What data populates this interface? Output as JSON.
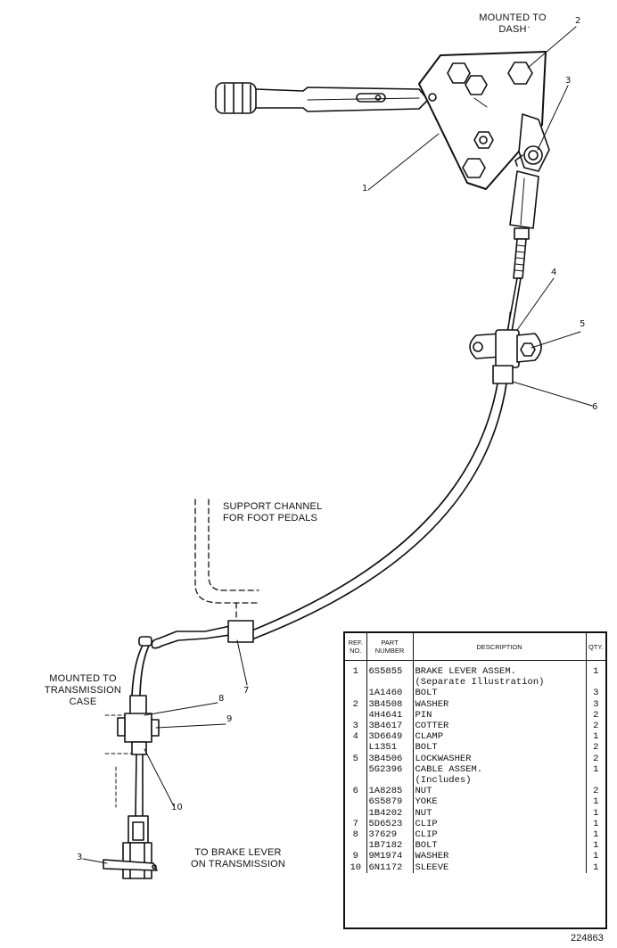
{
  "labels": {
    "mounted_dash": [
      "MOUNTED TO",
      "DASH"
    ],
    "support_channel": [
      "SUPPORT CHANNEL",
      "FOR FOOT PEDALS"
    ],
    "mounted_transmission": [
      "MOUNTED TO",
      "TRANSMISSION",
      "CASE"
    ],
    "to_brake_lever": [
      "TO BRAKE LEVER",
      "ON TRANSMISSION"
    ]
  },
  "callouts": [
    "1",
    "2",
    "3",
    "4",
    "5",
    "6",
    "7",
    "8",
    "9",
    "10",
    "3"
  ],
  "parts_table": {
    "headers": {
      "ref": "REF. NO.",
      "part": "PART NUMBER",
      "desc": "DESCRIPTION",
      "qty": "QTY."
    },
    "rows": [
      {
        "ref": "1",
        "part": "6S5855",
        "desc": "BRAKE LEVER ASSEM.",
        "qty": "1"
      },
      {
        "ref": "",
        "part": "",
        "desc": "(Separate Illustration)",
        "qty": ""
      },
      {
        "ref": "",
        "part": "1A1460",
        "desc": "BOLT",
        "qty": "3"
      },
      {
        "ref": "2",
        "part": "3B4508",
        "desc": "WASHER",
        "qty": "3"
      },
      {
        "ref": "",
        "part": "4H4641",
        "desc": "PIN",
        "qty": "2"
      },
      {
        "ref": "3",
        "part": "3B4617",
        "desc": "COTTER",
        "qty": "2"
      },
      {
        "ref": "4",
        "part": "3D6649",
        "desc": "CLAMP",
        "qty": "1"
      },
      {
        "ref": "",
        "part": "L1351",
        "desc": "BOLT",
        "qty": "2"
      },
      {
        "ref": "5",
        "part": "3B4506",
        "desc": "LOCKWASHER",
        "qty": "2"
      },
      {
        "ref": "",
        "part": "5G2396",
        "desc": "CABLE ASSEM.",
        "qty": "1"
      },
      {
        "ref": "",
        "part": "",
        "desc": "(Includes)",
        "qty": ""
      },
      {
        "ref": "6",
        "part": "1A8285",
        "desc": "NUT",
        "qty": "2"
      },
      {
        "ref": "",
        "part": "6S5879",
        "desc": "YOKE",
        "qty": "1"
      },
      {
        "ref": "",
        "part": "1B4202",
        "desc": "NUT",
        "qty": "1"
      },
      {
        "ref": "7",
        "part": "5D6523",
        "desc": "CLIP",
        "qty": "1"
      },
      {
        "ref": "8",
        "part": "37629",
        "desc": "CLIP",
        "qty": "1"
      },
      {
        "ref": "",
        "part": "1B7182",
        "desc": "BOLT",
        "qty": "1"
      },
      {
        "ref": "9",
        "part": "9M1974",
        "desc": "WASHER",
        "qty": "1"
      },
      {
        "ref": "10",
        "part": "6N1172",
        "desc": "SLEEVE",
        "qty": "1"
      }
    ]
  },
  "figure_number": "224863"
}
